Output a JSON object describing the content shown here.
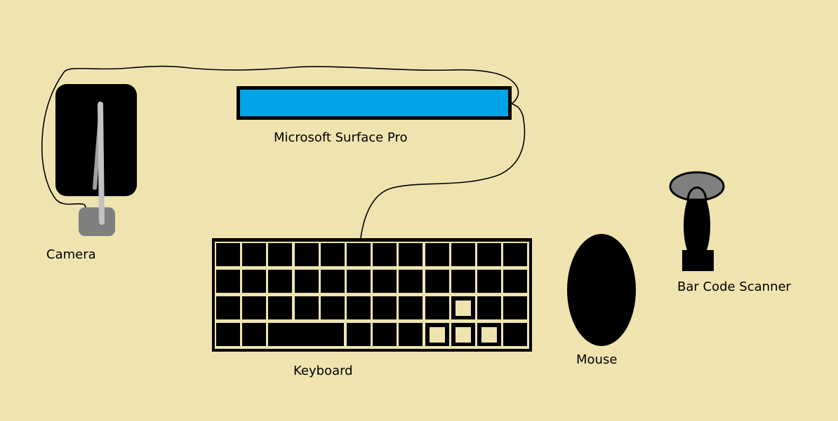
{
  "labels": {
    "camera": "Camera",
    "surface": "Microsoft Surface Pro",
    "keyboard": "Keyboard",
    "mouse": "Mouse",
    "scanner": "Bar Code Scanner"
  },
  "colors": {
    "background": "#efe4b0",
    "surface_screen": "#00a2e8",
    "device_gray": "#7f7f7f",
    "stand_gray": "#c3c3c3"
  }
}
